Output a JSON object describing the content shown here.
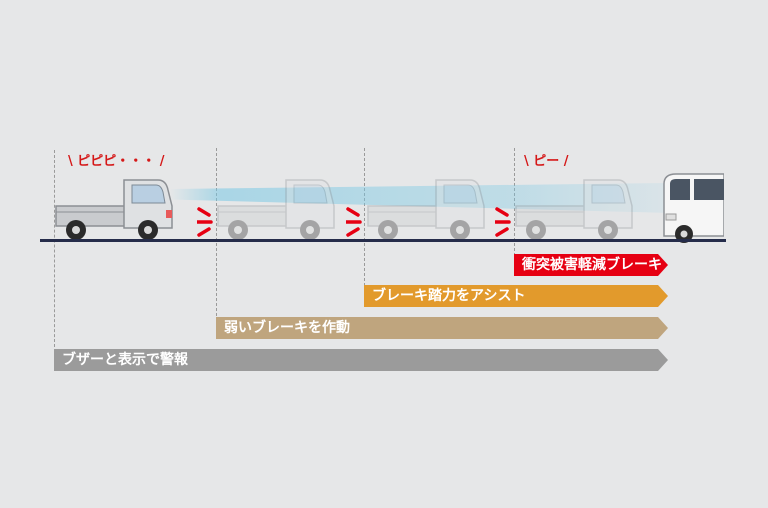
{
  "sounds": {
    "pipipi": "\\ ピピピ・・・ /",
    "pi": "\\ ピー /"
  },
  "stages": [
    {
      "label": "衝突被害軽減ブレーキ",
      "color": "#e60012"
    },
    {
      "label": "ブレーキ踏力をアシスト",
      "color": "#e29a2c"
    },
    {
      "label": "弱いブレーキを作動",
      "color": "#bfa57e"
    },
    {
      "label": "ブザーと表示で警報",
      "color": "#9b9b9b"
    }
  ],
  "colors": {
    "background": "#e6e7e8",
    "road": "#252c4a",
    "alert_red": "#d51818",
    "beam": "#7ac8e4"
  },
  "icons": [
    "truck-icon",
    "van-icon",
    "brake-light-icon"
  ]
}
